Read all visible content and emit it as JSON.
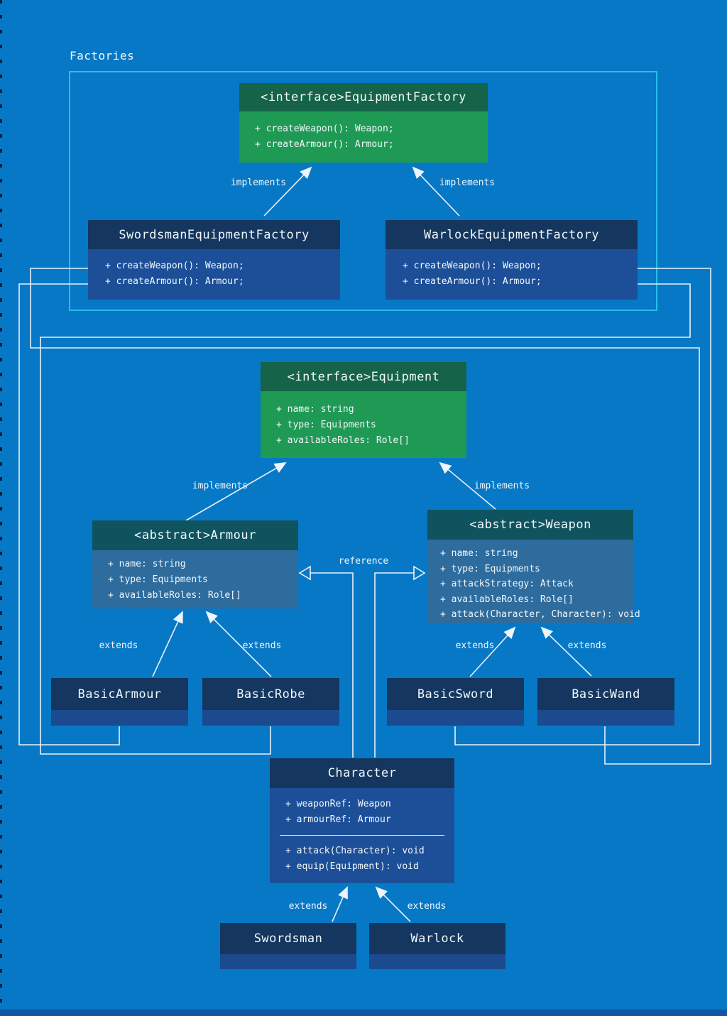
{
  "diagram": {
    "section_label": "Factories"
  },
  "edge_labels": {
    "implements": "implements",
    "extends": "extends",
    "reference": "reference"
  },
  "classes": {
    "equipment_factory": {
      "title": "<interface>EquipmentFactory",
      "members": [
        "+ createWeapon(): Weapon;",
        "+ createArmour(): Armour;"
      ]
    },
    "swordsman_equipment_factory": {
      "title": "SwordsmanEquipmentFactory",
      "members": [
        "+ createWeapon(): Weapon;",
        "+ createArmour(): Armour;"
      ]
    },
    "warlock_equipment_factory": {
      "title": "WarlockEquipmentFactory",
      "members": [
        "+ createWeapon(): Weapon;",
        "+ createArmour(): Armour;"
      ]
    },
    "equipment": {
      "title": "<interface>Equipment",
      "members": [
        "+ name: string",
        "+ type: Equipments",
        "+ availableRoles: Role[]"
      ]
    },
    "armour": {
      "title": "<abstract>Armour",
      "members": [
        "+ name: string",
        "+ type: Equipments",
        "+ availableRoles: Role[]"
      ]
    },
    "weapon": {
      "title": "<abstract>Weapon",
      "members": [
        "+ name: string",
        "+ type: Equipments",
        "+ attackStrategy: Attack",
        "+ availableRoles: Role[]",
        "+ attack(Character, Character): void"
      ]
    },
    "basic_armour": {
      "title": "BasicArmour"
    },
    "basic_robe": {
      "title": "BasicRobe"
    },
    "basic_sword": {
      "title": "BasicSword"
    },
    "basic_wand": {
      "title": "BasicWand"
    },
    "character": {
      "title": "Character",
      "attributes": [
        "+ weaponRef: Weapon",
        "+ armourRef: Armour"
      ],
      "methods": [
        "+ attack(Character): void",
        "+ equip(Equipment): void"
      ]
    },
    "swordsman": {
      "title": "Swordsman"
    },
    "warlock": {
      "title": "Warlock"
    }
  },
  "colors": {
    "background": "#0778c5",
    "interface_header": "#156349",
    "interface_body": "#1f9a55",
    "abstract_header": "#0f535f",
    "abstract_body": "#2e6c9d",
    "class_header": "#14365f",
    "class_body": "#1c4f97",
    "class_strip": "#1b4a8e",
    "container_border": "#29bdea",
    "connector": "#e9f0f8"
  }
}
